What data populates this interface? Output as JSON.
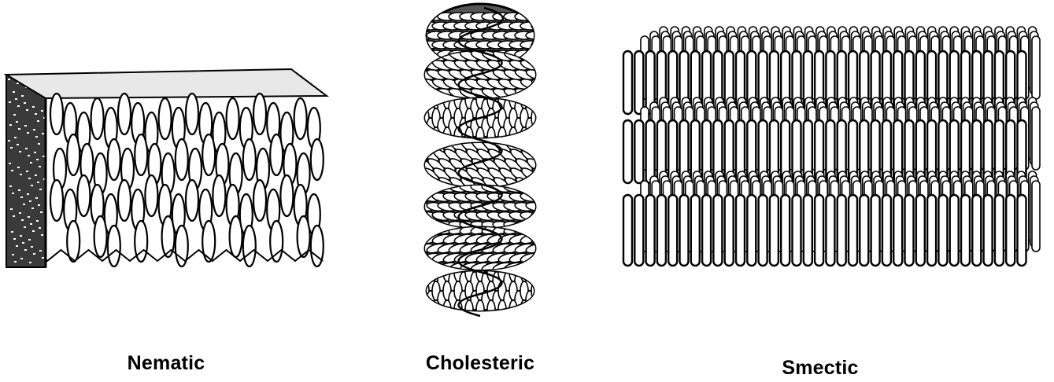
{
  "diagram": {
    "panels": [
      {
        "id": "nematic",
        "label": "Nematic"
      },
      {
        "id": "cholesteric",
        "label": "Cholesteric"
      },
      {
        "id": "smectic",
        "label": "Smectic"
      }
    ]
  },
  "colors": {
    "ink": "#000000",
    "background": "#ffffff"
  }
}
